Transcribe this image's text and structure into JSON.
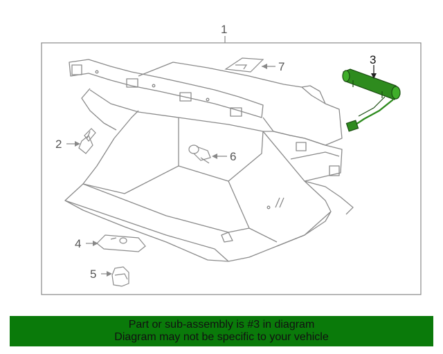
{
  "diagram": {
    "callouts": {
      "c1": "1",
      "c2": "2",
      "c3": "3",
      "c4": "4",
      "c5": "5",
      "c6": "6",
      "c7": "7"
    },
    "colors": {
      "line": "#888888",
      "highlight_part": "#2e8b1e",
      "banner": "#0a7a0a"
    }
  },
  "banner": {
    "line1": "Part or sub-assembly is #3 in diagram",
    "line2": "Diagram may not be specific to your vehicle"
  }
}
